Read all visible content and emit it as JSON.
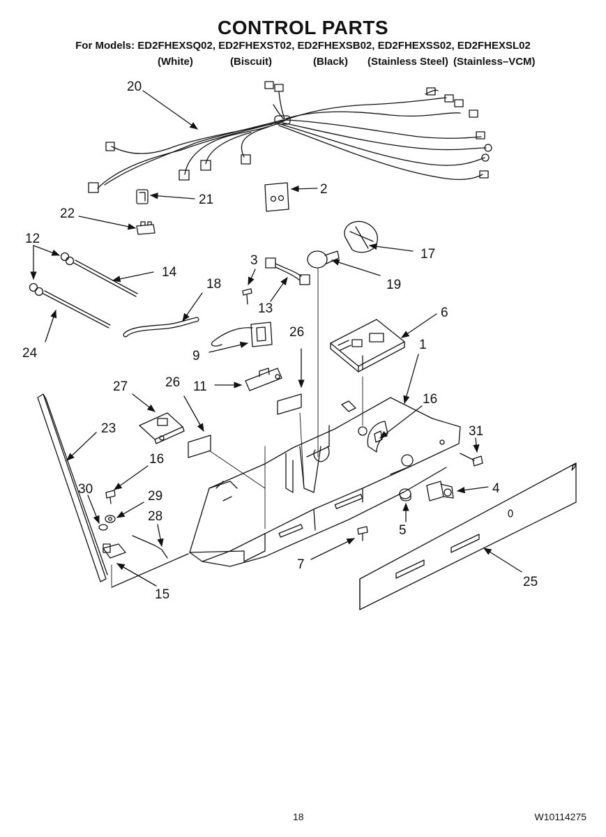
{
  "header": {
    "title": "CONTROL PARTS",
    "models_line": "For Models: ED2FHEXSQ02, ED2FHEXST02, ED2FHEXSB02, ED2FHEXSS02, ED2FHEXSL02",
    "finishes": [
      "(White)",
      "(Biscuit)",
      "(Black)",
      "(Stainless Steel)",
      "(Stainless–VCM)"
    ]
  },
  "callouts": [
    "20",
    "21",
    "2",
    "22",
    "12",
    "17",
    "14",
    "3",
    "18",
    "19",
    "13",
    "6",
    "9",
    "26",
    "1",
    "24",
    "27",
    "26",
    "11",
    "16",
    "31",
    "23",
    "16",
    "4",
    "30",
    "29",
    "28",
    "5",
    "7",
    "15",
    "25"
  ],
  "footer": {
    "page_number": "18",
    "doc_number": "W10114275"
  }
}
